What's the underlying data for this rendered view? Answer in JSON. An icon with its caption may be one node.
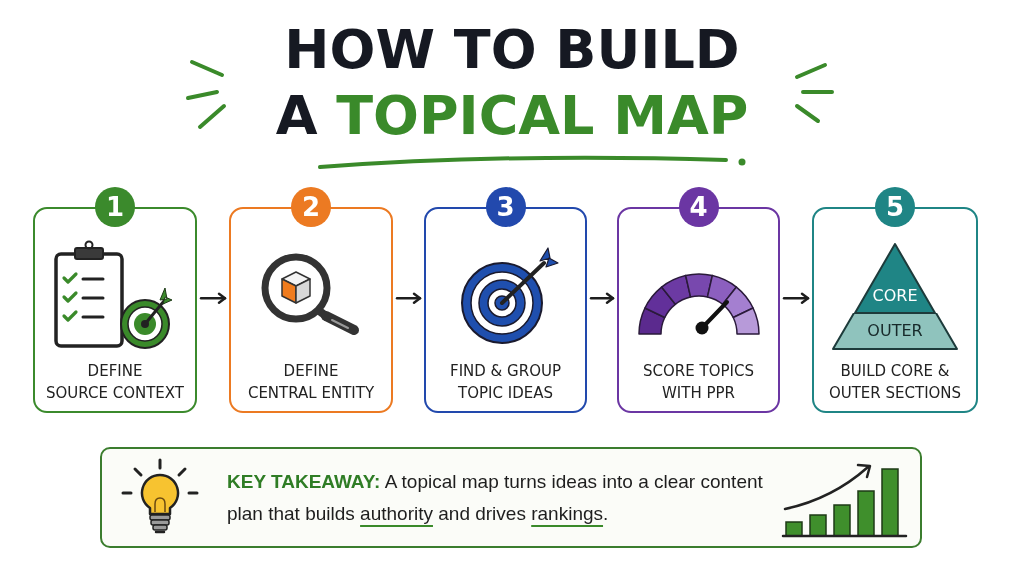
{
  "diagram": {
    "title": "HOW TO BUILD A **TOPICAL MAP**",
    "nodes": [
      {
        "text": [
          "1",
          "DEFINE SOURCE CONTEXT"
        ]
      },
      {
        "text": [
          "2",
          "DEFINE CENTRAL ENTITY"
        ]
      },
      {
        "text": [
          "3",
          "FIND & GROUP TOPIC IDEAS"
        ]
      },
      {
        "text": [
          "4",
          "SCORE TOPICS WITH PPR"
        ]
      },
      {
        "text": [
          "5",
          "BUILD CORE & OUTER SECTIONS"
        ]
      },
      {
        "text": [
          "CORE"
        ],
        "in": 4
      },
      {
        "text": [
          "OUTER"
        ],
        "in": 4
      },
      {
        "text": [
          "**KEY TAKEAWAY:** A topical map turns ideas into a clear content plan that builds *authority* and drives *rankings*."
        ]
      }
    ],
    "edges": [
      {
        "from": 0,
        "to": 1,
        "arrow": "to"
      },
      {
        "from": 1,
        "to": 2,
        "arrow": "to"
      },
      {
        "from": 2,
        "to": 3,
        "arrow": "to"
      },
      {
        "from": 3,
        "to": 4,
        "arrow": "to"
      }
    ]
  }
}
